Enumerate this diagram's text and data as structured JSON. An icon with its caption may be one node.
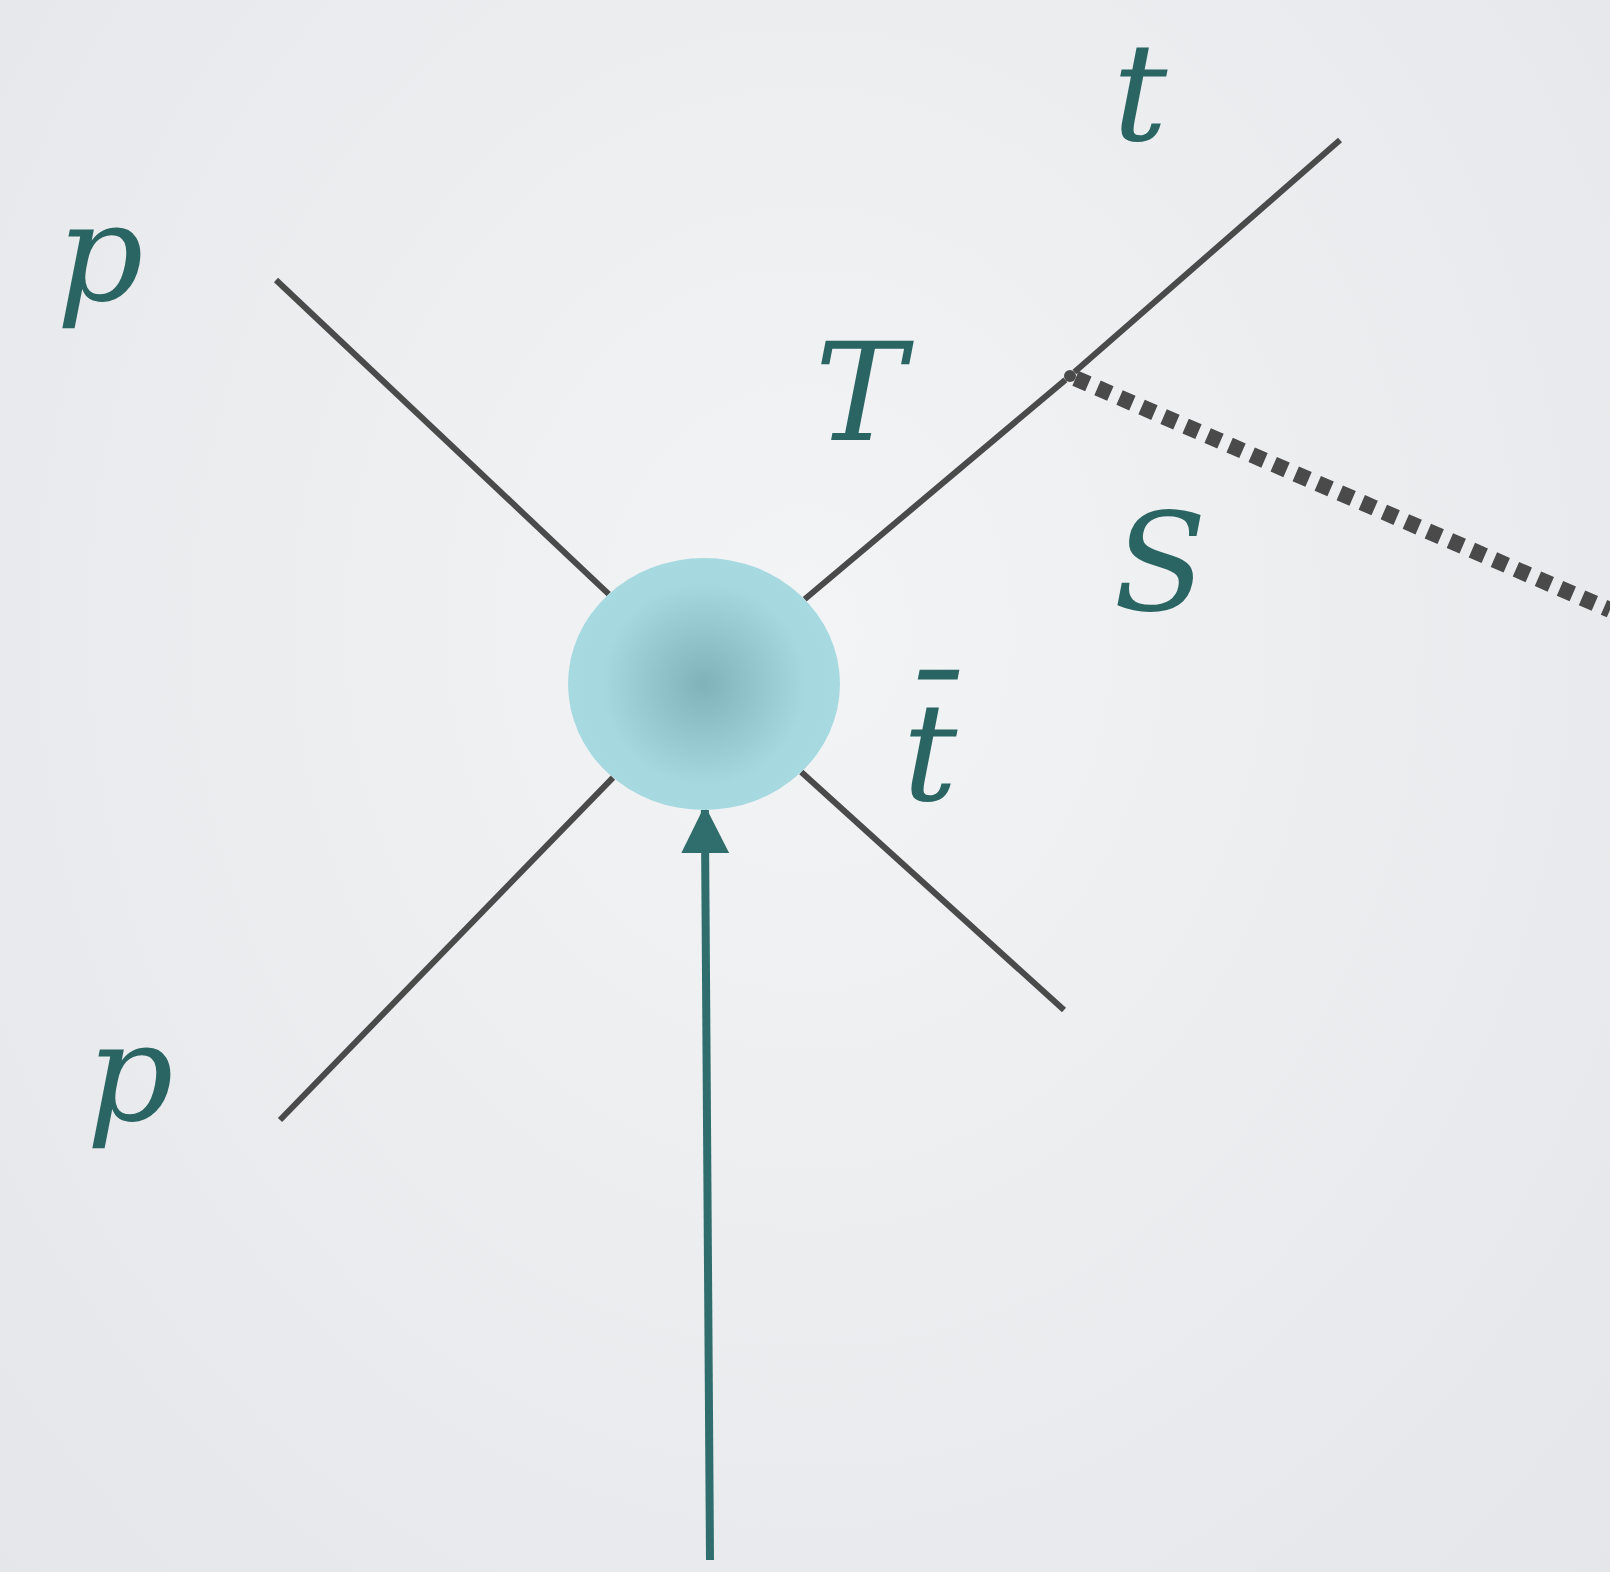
{
  "diagram": {
    "nodes": [
      {
        "text": [],
        "shape": "circle"
      },
      {
        "text": [],
        "shape": "dot"
      }
    ],
    "edges": [
      {
        "from": null,
        "to": 0,
        "arrow": "none",
        "label": "p"
      },
      {
        "from": null,
        "to": 0,
        "arrow": "none",
        "label": "p"
      },
      {
        "from": 0,
        "to": 1,
        "arrow": "none",
        "label": "T"
      },
      {
        "from": 1,
        "to": null,
        "arrow": "none",
        "label": "t"
      },
      {
        "from": 0,
        "to": null,
        "arrow": "none",
        "label": "t̄"
      },
      {
        "from": 1,
        "to": null,
        "arrow": "none",
        "style": "dashed",
        "label": "S"
      },
      {
        "from": null,
        "to": 0,
        "arrow": "to",
        "color": "#2f6e6c"
      }
    ]
  }
}
